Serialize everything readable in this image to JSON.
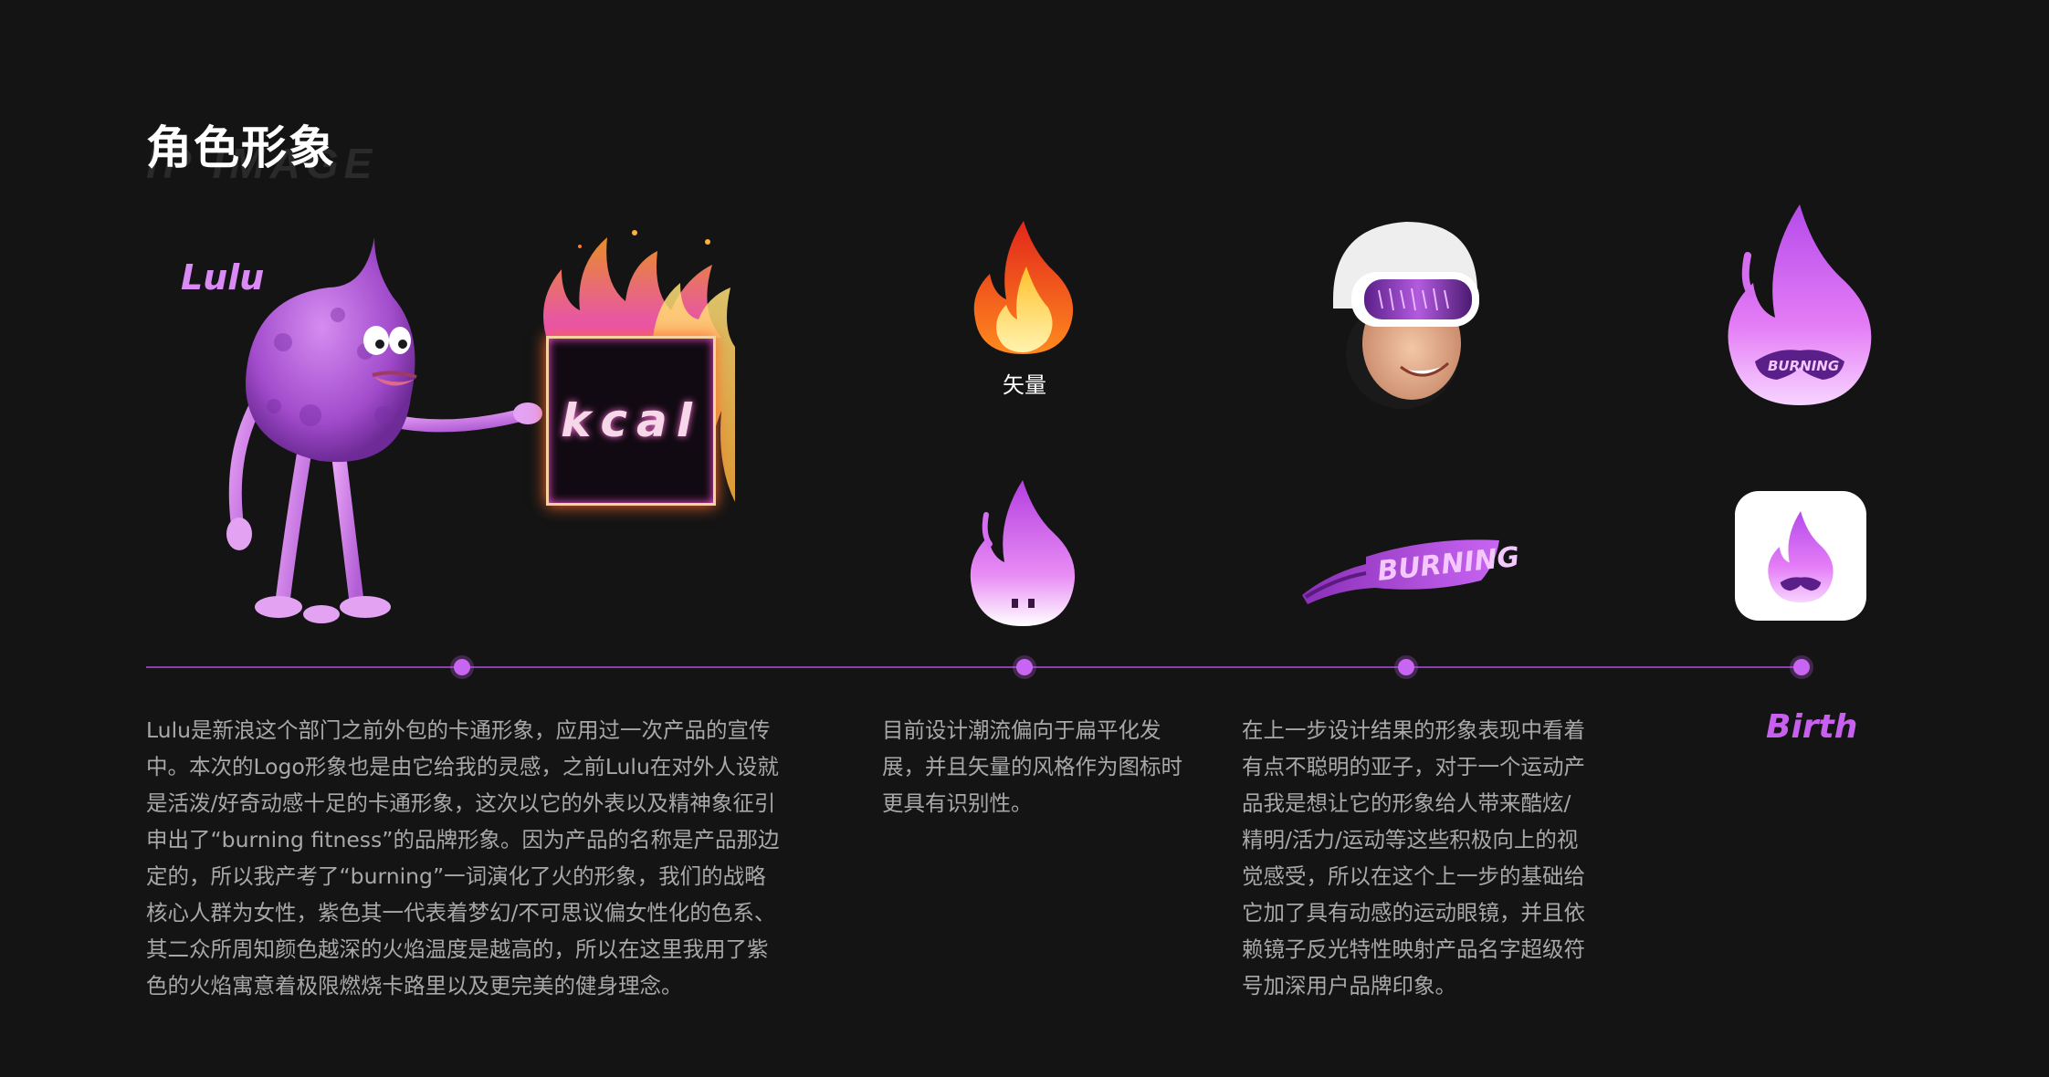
{
  "header": {
    "title": "角色形象",
    "subtitle_en": "IP IMAGE"
  },
  "character": {
    "name": "Lulu",
    "sign_text": "kcal"
  },
  "stages": {
    "vector_caption": "矢量",
    "birth_label": "Birth",
    "glasses_text": "BURNING",
    "flame_glasses_text": "BURNING"
  },
  "paragraphs": {
    "p1": "Lulu是新浪这个部门之前外包的卡通形象，应用过一次产品的宣传中。本次的Logo形象也是由它给我的灵感，之前Lulu在对外人设就是活泼/好奇动感十足的卡通形象，这次以它的外表以及精神象征引申出了“burning   fitness”的品牌形象。因为产品的名称是产品那边定的，所以我产考了“burning”一词演化了火的形象，我们的战略核心人群为女性，紫色其一代表着梦幻/不可思议偏女性化的色系、其二众所周知颜色越深的火焰温度是越高的，所以在这里我用了紫色的火焰寓意着极限燃烧卡路里以及更完美的健身理念。",
    "p2": "目前设计潮流偏向于扁平化发展，并且矢量的风格作为图标时更具有识别性。",
    "p3": "在上一步设计结果的形象表现中看着有点不聪明的亚子，对于一个运动产品我是想让它的形象给人带来酷炫/精明/活力/运动等这些积极向上的视觉感受，所以在这个上一步的基础给它加了具有动感的运动眼镜，并且依赖镜子反光特性映射产品名字超级符号加深用户品牌印象。"
  },
  "colors": {
    "background": "#141414",
    "accent_purple": "#c865f2",
    "timeline": "#8a3fb0",
    "body_text": "#a8a8a8"
  }
}
